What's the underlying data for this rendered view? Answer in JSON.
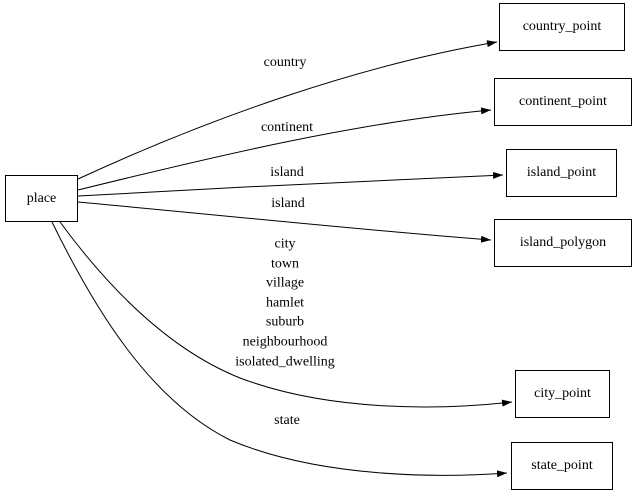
{
  "diagram": {
    "type": "directed-graph",
    "colors": {
      "background": "#ffffff",
      "line": "#000000",
      "text": "#000000",
      "node_fill": "#ffffff",
      "node_border": "#000000"
    },
    "nodes": {
      "place": {
        "label": "place"
      },
      "country_point": {
        "label": "country_point"
      },
      "continent_point": {
        "label": "continent_point"
      },
      "island_point": {
        "label": "island_point"
      },
      "island_polygon": {
        "label": "island_polygon"
      },
      "city_point": {
        "label": "city_point"
      },
      "state_point": {
        "label": "state_point"
      }
    },
    "edges": [
      {
        "from": "place",
        "to": "country_point",
        "label": "country"
      },
      {
        "from": "place",
        "to": "continent_point",
        "label": "continent"
      },
      {
        "from": "place",
        "to": "island_point",
        "label": "island"
      },
      {
        "from": "place",
        "to": "island_polygon",
        "label": "island"
      },
      {
        "from": "place",
        "to": "city_point",
        "label": "city\ntown\nvillage\nhamlet\nsuburb\nneighbourhood\nisolated_dwelling"
      },
      {
        "from": "place",
        "to": "state_point",
        "label": "state"
      }
    ]
  }
}
